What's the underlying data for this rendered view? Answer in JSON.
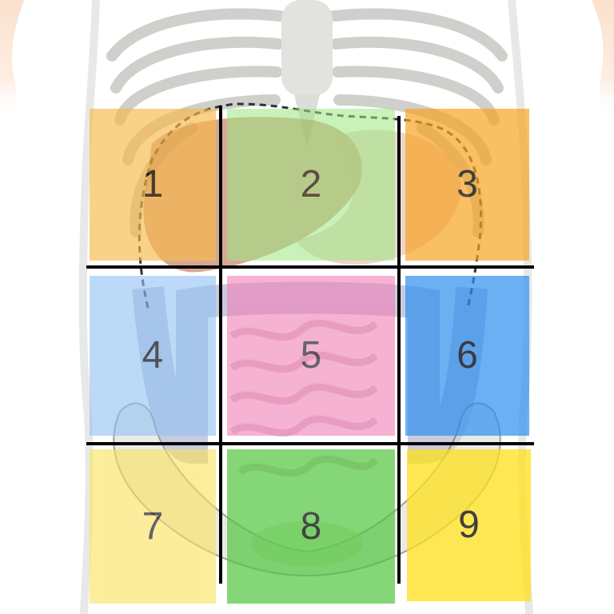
{
  "regions": [
    {
      "label": "1",
      "color": "#f7b94a"
    },
    {
      "label": "2",
      "color": "#9de882"
    },
    {
      "label": "3",
      "color": "#f7a424"
    },
    {
      "label": "4",
      "color": "#8fc2f2"
    },
    {
      "label": "5",
      "color": "#f07fb4"
    },
    {
      "label": "6",
      "color": "#2e8ff0"
    },
    {
      "label": "7",
      "color": "#f9e25a"
    },
    {
      "label": "8",
      "color": "#52c63e"
    },
    {
      "label": "9",
      "color": "#fde11a"
    }
  ],
  "colors": {
    "skin": "#fbe3d2",
    "bone": "#d8d8d4",
    "grid_line": "#000000",
    "organ_outline": "#7a7a7a"
  }
}
